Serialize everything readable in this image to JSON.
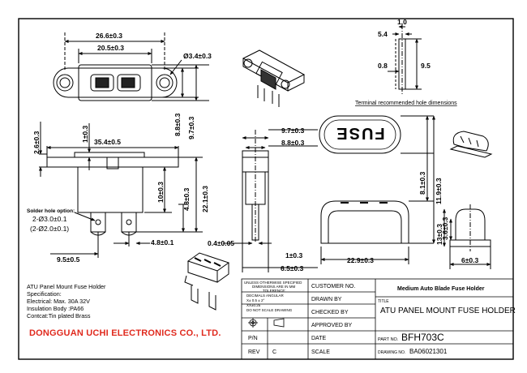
{
  "dims": {
    "d_26_6": "26.6±0.3",
    "d_20_5": "20.5±0.3",
    "d_hole": "Ø3.4±0.3",
    "d_8_8a": "8.8±0.3",
    "d_9_7a": "9.7±0.3",
    "d_2_6": "2.6±0.3",
    "d_1a": "1±0.3",
    "d_35_4": "35.4±0.5",
    "d_10": "10±0.3",
    "d_4_8a": "4.8±0.3",
    "d_22_1": "22.1±0.3",
    "d_9_5a": "9.5±0.5",
    "d_4_8b": "4.8±0.1",
    "d_0_4": "0.4±0.05",
    "d_9_7b": "9.7±0.3",
    "d_8_8b": "8.8±0.3",
    "d_1b": "1±0.3",
    "d_6_5": "6.5±0.3",
    "d_22_9": "22.9±0.3",
    "d_13": "13±0.3",
    "d_3_6": "3.6±0.3",
    "d_6": "6±0.3",
    "d_8_1": "8.1±0.3",
    "d_11_9": "11.9±0.3",
    "d_5_4": "5.4",
    "d_1_0": "1.0",
    "d_0_8": "0.8",
    "d_9_5b": "9.5"
  },
  "terminal_caption": "Terminal recommended hole dimensions",
  "fuse_text": "FUSE",
  "solder": {
    "title": "Solder hole option:",
    "opt1": "2-Ø3.0±0.1",
    "opt2": "(2-Ø2.0±0.1)"
  },
  "notes": [
    "ATU Panel Mount Fuse Holder",
    "Specification:",
    "Electrical: Max. 30A 32V",
    "Insulation Body :PA66",
    "Contcat:Tin plated Brass"
  ],
  "company": "DONGGUAN UCHI ELECTRONICS CO., LTD.",
  "title_block": {
    "tol1": "UNLESS OTHERWISE SPECIFIED",
    "tol2": "DIMENSIONS ARE IN MM",
    "tol3": "TOLERENCE:",
    "tol4": "DECIMALS      ANGULAR",
    "tol5": "X± 0.5          ± 2°",
    "tol6": "XX±0.25",
    "tol7": "DO NOT SCALE DRAWING",
    "customer_no": "CUSTOMER NO.",
    "drawn_by": "DRAWN BY",
    "checked_by": "CHECKED BY",
    "approved_by": "APPROVED BY",
    "pn": "P/N",
    "date": "DATE",
    "rev": "REV",
    "rev_value": "C",
    "scale": "SCALE",
    "header": "Medium Auto Blade Fuse Holder",
    "title_label": "TITLE",
    "title_value": "ATU PANEL MOUNT FUSE HOLDER",
    "part_no_label": "PART NO.",
    "part_no_value": "BFH703C",
    "drawing_no_label": "DRAWING NO.",
    "drawing_no_value": "BA06021301"
  }
}
